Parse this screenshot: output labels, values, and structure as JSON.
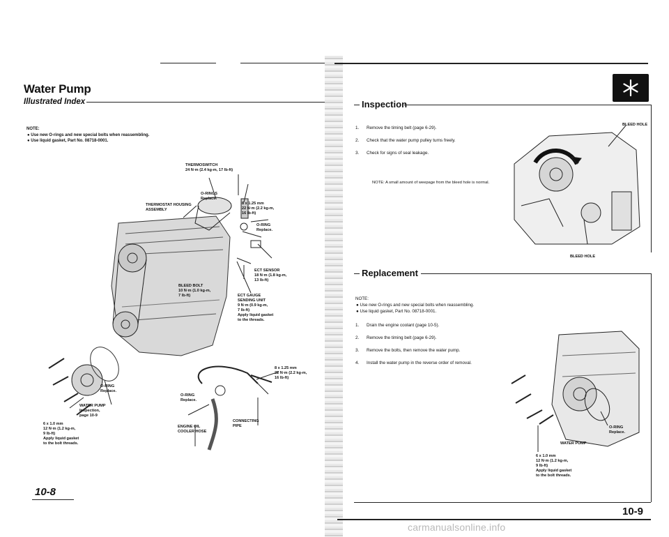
{
  "left_page": {
    "title": "Water Pump",
    "subtitle": "Illustrated Index",
    "notes_header": "NOTE:",
    "notes": [
      "● Use new O-rings and new special bolts when reassembling.",
      "● Use liquid gasket, Part No. 08718-0001."
    ],
    "labels": {
      "thermoswitch": "THERMOSWITCH\n24 N·m (2.4 kg-m, 17 lb-ft)",
      "orings_top": "O-RINGS\nReplace.",
      "bolt_top": "8 x 1.25 mm\n22 N·m (2.2 kg-m,\n16 lb-ft)",
      "thermostat_housing": "THERMOSTAT HOUSING\nASSEMBLY",
      "oring_right": "O-RING\nReplace.",
      "ect_sensor": "ECT SENSOR\n18 N·m (1.8 kg-m,\n13 lb-ft)",
      "bleed_bolt": "BLEED BOLT\n10 N·m (1.0 kg-m,\n7 lb-ft)",
      "ect_gauge": "ECT GAUGE\nSENDING UNIT\n9 N·m (0.9 kg-m,\n7 lb-ft)\nApply liquid gasket\nto the threads.",
      "bolt_mid": "8 x 1.25 mm\n22 N·m (2.2 kg-m,\n16 lb-ft)",
      "oring_pump": "O-RING\nReplace.",
      "oring_hose": "O-RING\nReplace.",
      "water_pump": "WATER PUMP\nInspection,\npage 10-9",
      "bolt_pump": "6 x 1.0 mm\n12 N·m (1.2 kg-m,\n9 lb-ft)\nApply liquid gasket\nto the bolt threads.",
      "engine_oil_hose": "ENGINE OIL\nCOOLER HOSE",
      "connecting_pipe": "CONNECTING\nPIPE"
    },
    "page_number": "10-8"
  },
  "right_page": {
    "inspection": {
      "title": "Inspection",
      "steps": [
        {
          "num": "1.",
          "text": "Remove the timing belt (page 6-29)."
        },
        {
          "num": "2.",
          "text": "Check that the water pump pulley turns freely."
        },
        {
          "num": "3.",
          "text": "Check for signs of seal leakage."
        }
      ],
      "note": "NOTE: A small amount of weepage from the bleed hole is normal.",
      "label_top": "BLEED HOLE",
      "label_bottom": "BLEED HOLE"
    },
    "replacement": {
      "title": "Replacement",
      "notes_header": "NOTE:",
      "notes": [
        "● Use new O-rings and new special bolts when reassembling.",
        "● Use liquid gasket, Part No. 08718-0001."
      ],
      "steps": [
        {
          "num": "1.",
          "text": "Drain the engine coolant (page 10-5)."
        },
        {
          "num": "2.",
          "text": "Remove the timing belt (page 6-29)."
        },
        {
          "num": "3.",
          "text": "Remove the bolts, then remove the water pump."
        },
        {
          "num": "4.",
          "text": "Install the water pump in the reverse order of removal."
        }
      ],
      "label_oring": "O-RING\nReplace.",
      "label_pump": "WATER PUMP",
      "label_bolt": "6 x 1.0 mm\n12 N·m (1.2 kg-m,\n9 lb-ft)\nApply liquid gasket\nto the bolt threads."
    },
    "page_number": "10-9"
  },
  "watermark": "carmanualsonline.info"
}
